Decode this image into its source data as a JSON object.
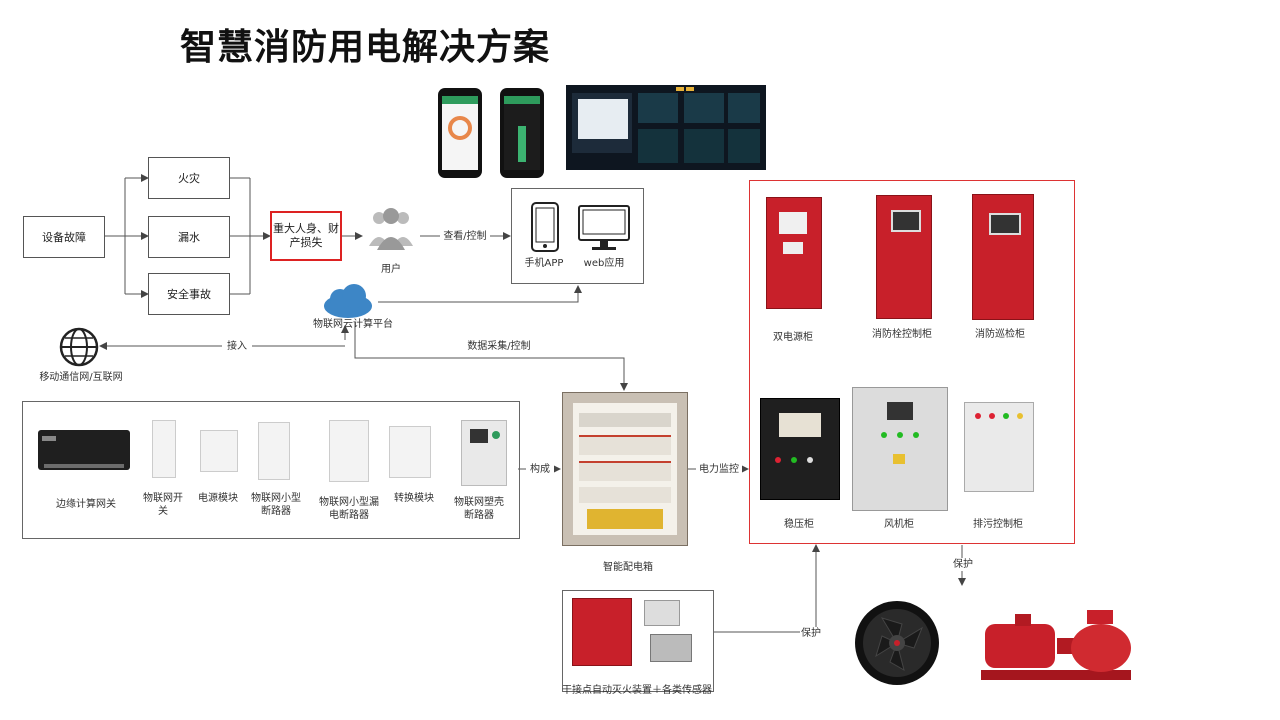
{
  "title": "智慧消防用电解决方案",
  "left_flow": {
    "device_fault": "设备故障",
    "fire": "火灾",
    "leak": "漏水",
    "safety_accident": "安全事故",
    "major_loss": "重大人身、财产损失",
    "user_label": "用户",
    "view_control": "查看/控制",
    "mobile_app": "手机APP",
    "web_app": "web应用"
  },
  "platform": {
    "iot_platform": "物联网云计算平台",
    "access": "接入",
    "mobile_internet": "移动通信网/互联网",
    "data_collect": "数据采集/控制"
  },
  "components": {
    "items": [
      "边缘计算网关",
      "物联网开关",
      "电源模块",
      "物联网小型断路器",
      "物联网小型漏电断路器",
      "转换模块",
      "物联网塑壳断路器"
    ],
    "compose": "构成"
  },
  "center": {
    "smart_box": "智能配电箱",
    "power_monitor": "电力监控"
  },
  "cabinets": {
    "dual_power": "双电源柜",
    "hydrant_control": "消防栓控制柜",
    "patrol": "消防巡检柜",
    "stabilizer": "稳压柜",
    "fan": "风机柜",
    "drainage": "排污控制柜"
  },
  "bottom": {
    "extinguisher": "干接点自动灭火装置＋各类传感器",
    "protect1": "保护",
    "protect2": "保护"
  },
  "colors": {
    "accent_red": "#d22222",
    "cabinet_red": "#c8202a",
    "cloud_blue": "#3d86c6"
  }
}
